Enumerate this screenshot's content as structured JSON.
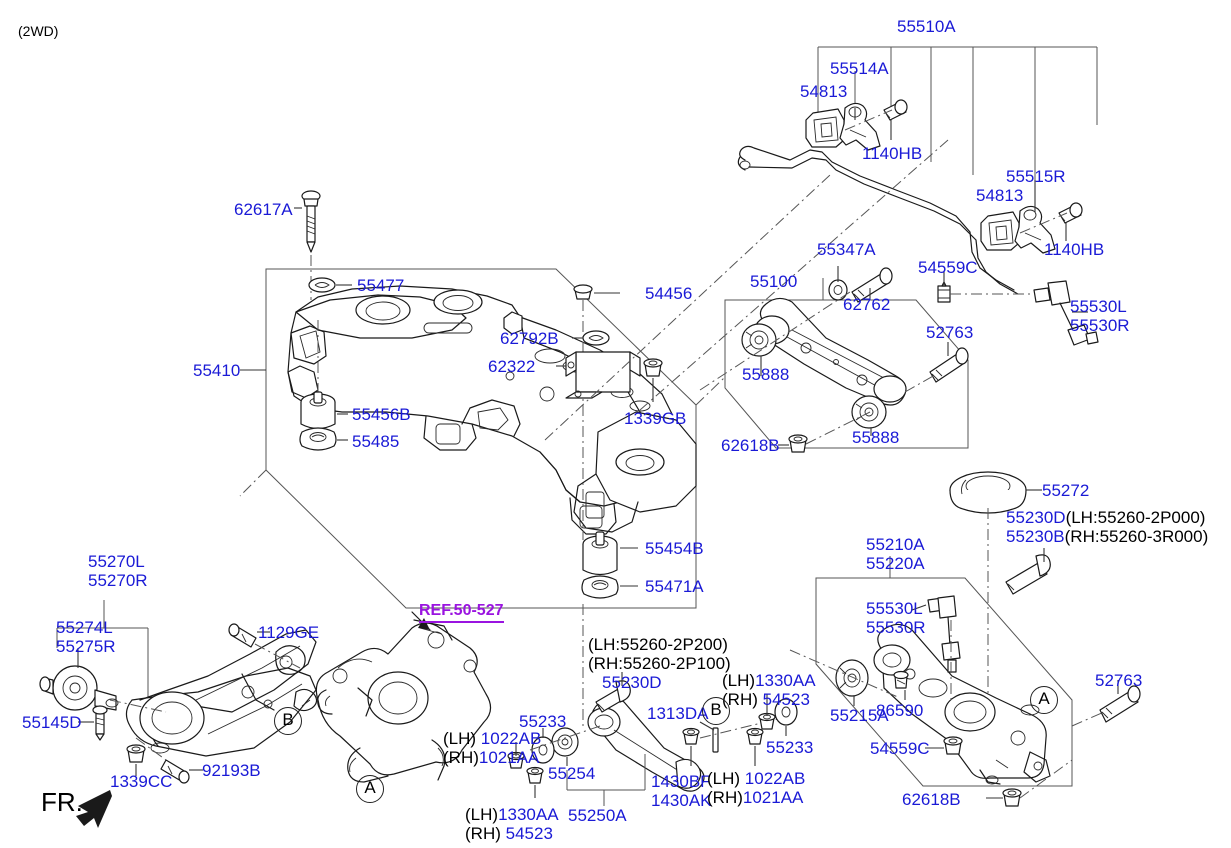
{
  "diagram": {
    "header": "(2WD)",
    "orientation_marker": "FR.",
    "reference": "REF.50-527",
    "accent_part_color": "#1a1ad6",
    "reference_color": "#9a14e0",
    "line_color": "#1a1a1a"
  },
  "group_markers": [
    {
      "id": "marker-a-knuckle",
      "label": "A"
    },
    {
      "id": "marker-b-knuckle",
      "label": "B"
    },
    {
      "id": "marker-b-arm",
      "label": "B"
    },
    {
      "id": "marker-a-lower-arm",
      "label": "A"
    }
  ],
  "labels": {
    "l_62617a": "62617A",
    "l_55477": "55477",
    "l_55410": "55410",
    "l_55456b": "55456B",
    "l_55485": "55485",
    "l_54456": "54456",
    "l_62792b": "62792B",
    "l_62322": "62322",
    "l_1339gb": "1339GB",
    "l_55454b": "55454B",
    "l_55471a": "55471A",
    "l_55510a": "55510A",
    "l_55514a": "55514A",
    "l_54813_top": "54813",
    "l_1140hb_top": "1140HB",
    "l_55515r": "55515R",
    "l_54813_bot": "54813",
    "l_1140hb_bot": "1140HB",
    "l_55347a": "55347A",
    "l_62762": "62762",
    "l_54559c_top": "54559C",
    "l_55530l_top": "55530L",
    "l_55530r_top": "55530R",
    "l_55100": "55100",
    "l_55888_upper": "55888",
    "l_55888_lower": "55888",
    "l_52763_top": "52763",
    "l_62618b_top": "62618B",
    "l_55272": "55272",
    "l_55230d_lh": "55230D",
    "l_55230d_lh_paren": "(LH:55260-2P000)",
    "l_55230b_rh": "55230B",
    "l_55230b_rh_paren": "(RH:55260-3R000)",
    "l_55210a": "55210A",
    "l_55220a": "55220A",
    "l_55530l_bot": "55530L",
    "l_55530r_bot": "55530R",
    "l_55215a": "55215A",
    "l_86590": "86590",
    "l_54559c_bot": "54559C",
    "l_62618b_bot": "62618B",
    "l_52763_bot": "52763",
    "l_55270l": "55270L",
    "l_55270r": "55270R",
    "l_55274l": "55274L",
    "l_55275r": "55275R",
    "l_55145d": "55145D",
    "l_1129ge": "1129GE",
    "l_1339cc": "1339CC",
    "l_92193b": "92193B",
    "l_lh_55260_2p200": "(LH:55260-2P200)",
    "l_rh_55260_2p100": "(RH:55260-2P100)",
    "l_55230d_mid": "55230D",
    "l_55233_left": "55233",
    "l_55254": "55254",
    "l_55250a": "55250A",
    "l_1313da": "1313DA",
    "l_1430bf": "1430BF",
    "l_1430ak": "1430AK",
    "l_55233_right": "55233",
    "side_lh": "(LH)",
    "side_rh": "(RH)",
    "l_1022ab_left": "1022AB",
    "l_1021aa_left": "1021AA",
    "l_1330aa_left": "1330AA",
    "l_54523_left": "54523",
    "l_1330aa_right": "1330AA",
    "l_54523_right": "54523",
    "l_1022ab_right": "1022AB",
    "l_1021aa_right": "1021AA"
  }
}
